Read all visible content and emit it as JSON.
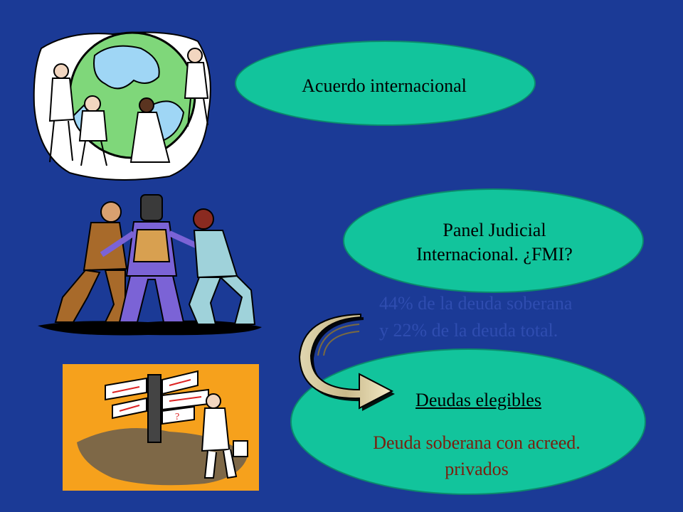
{
  "ovals": {
    "acuerdo": {
      "label": "Acuerdo internacional"
    },
    "panel": {
      "line1": "Panel Judicial",
      "line2": "Internacional. ¿FMI?"
    },
    "deudas": {
      "title": "Deudas elegibles",
      "sub_line1": "Deuda soberana con acreed.",
      "sub_line2": "privados"
    }
  },
  "note": {
    "line1": "44% de la deuda soberana",
    "line2": "y 22% de la deuda total."
  },
  "colors": {
    "background": "#1b3a96",
    "oval_fill": "#12c49c",
    "note_text": "#2f4db0",
    "sub_text": "#7a1f0e",
    "orange_panel": "#f6a11c"
  },
  "icons": [
    "globe-people-icon",
    "judge-fight-icon",
    "signpost-confused-icon",
    "curved-arrow-icon"
  ]
}
